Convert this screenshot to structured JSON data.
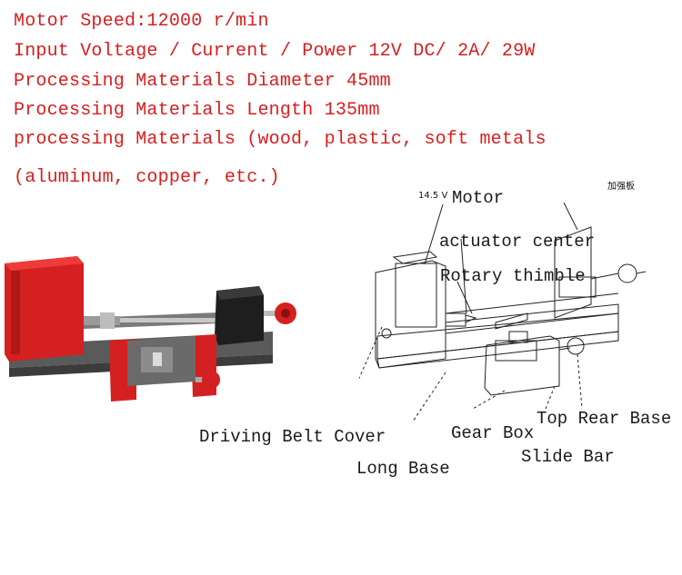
{
  "specs": {
    "speed": "Motor Speed:12000 r/min",
    "input": "Input Voltage / Current / Power 12V DC/ 2A/ 29W",
    "diameter": "Processing Materials Diameter 45mm",
    "length": "Processing Materials Length 135mm",
    "materials": "processing Materials (wood, plastic, soft metals",
    "materials_cont": "(aluminum, copper, etc.)"
  },
  "diagram": {
    "voltage_mark": "14.5 V",
    "plate_label": "加强板",
    "labels": {
      "motor": "Motor",
      "actuator": "actuator center",
      "thimble": "Rotary thimble",
      "belt_cover": "Driving Belt Cover",
      "gear_box": "Gear Box",
      "top_rear": "Top Rear Base",
      "slide_bar": "Slide Bar",
      "long_base": "Long Base"
    }
  },
  "colors": {
    "spec_text": "#d81e1e",
    "machine_red": "#d42020",
    "machine_grey": "#5a5a5a"
  }
}
